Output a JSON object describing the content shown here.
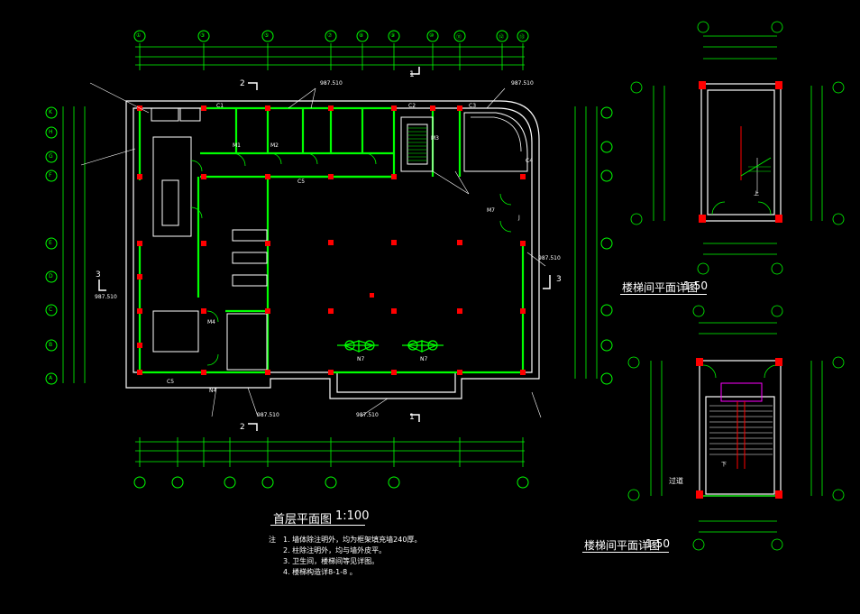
{
  "plan_title": "首层平面图",
  "plan_scale": "1:100",
  "detail1_title": "楼梯间平面详图",
  "detail1_scale": "1:50",
  "detail2_title": "楼梯间平面详图",
  "detail2_scale": "1:50",
  "notes_head": "注",
  "notes": [
    "1. 墙体除注明外，均为框架填充墙240厚。",
    "2. 柱除注明外，均与墙外皮平。",
    "3. 卫生间，楼梯间等见详图。",
    "4. 楼梯构造详8-1-8 。"
  ],
  "axis_top": [
    "①",
    "③",
    "⑤",
    "⑦",
    "⑧",
    "⑨",
    "⑩",
    "⑪",
    "⑫",
    "⑬"
  ],
  "axis_left": [
    "K",
    "H",
    "G",
    "F",
    "E",
    "D",
    "C",
    "B",
    "A"
  ],
  "section_marks": {
    "s1": "1",
    "s2": "2",
    "s3": "3"
  },
  "elevations": {
    "e1": "987.510",
    "e2": "987.510",
    "e3": "987.510",
    "e4": "987.510",
    "e5": "987.510",
    "e6": "987.510"
  },
  "room_tags": {
    "m1": "M1",
    "m2": "M2",
    "m3": "M3",
    "m4": "M4",
    "m7": "M7",
    "n4": "N4",
    "n7": "N7",
    "c1": "C1",
    "c2": "C2",
    "c3": "C3",
    "c4": "C4",
    "c5": "C5",
    "j": "J"
  },
  "detail_labels": {
    "up": "上",
    "down": "下",
    "corridor": "过道"
  },
  "colors": {
    "bg": "#000000",
    "wall": "#ffffff",
    "green": "#00ff00",
    "column": "#ff0000",
    "dim": "#00ff00",
    "magenta": "#ff00ff"
  }
}
